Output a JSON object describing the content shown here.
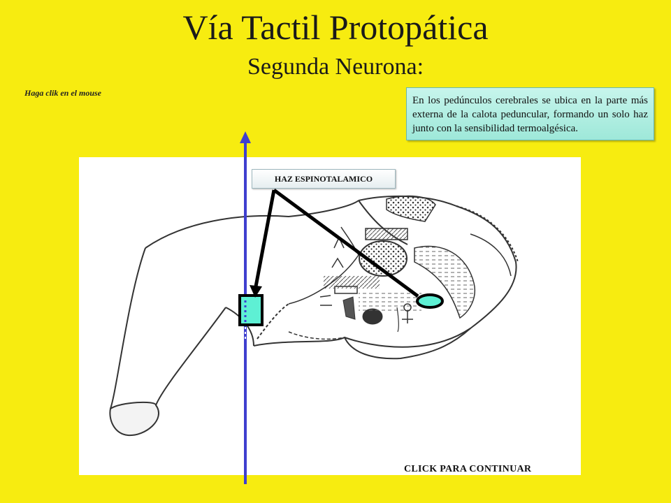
{
  "slide": {
    "title": "Vía Tactil Protopática",
    "subtitle": "Segunda Neurona:",
    "hint": "Haga clik en el mouse",
    "note": "En los pedúnculos cerebrales se ubica en la parte más externa de la calota peduncular, formando un solo haz junto con la sensibilidad termoalgésica.",
    "tract_label": "HAZ ESPINOTALAMICO",
    "continue_label": "CLICK PARA CONTINUAR"
  },
  "colors": {
    "background": "#f7ec10",
    "pathway_line": "#3f3fcf",
    "marker_fill": "#5ef0d4",
    "note_fill": "#b3efe3"
  }
}
